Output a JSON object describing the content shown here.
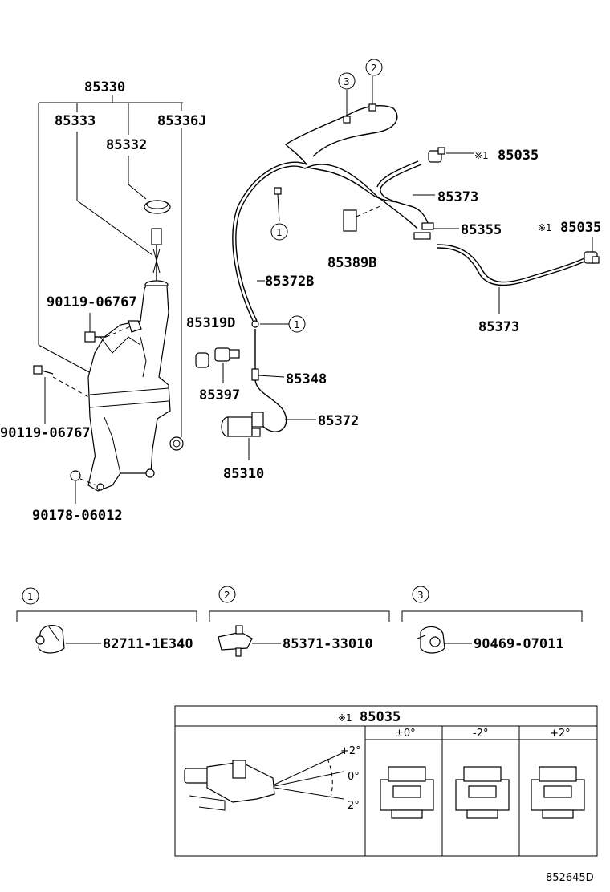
{
  "labels": {
    "tank_assy": "85330",
    "inlet": "85333",
    "cap": "85332",
    "grommet": "85336J",
    "bolt_upper": "90119-06767",
    "bolt_lower": "90119-06767",
    "nut": "90178-06012",
    "hose_b": "85372B",
    "joint_d": "85319D",
    "grommet_pump": "85397",
    "check_valve": "85348",
    "hose": "85372",
    "pump": "85310",
    "nozzle_hose_upper": "85373",
    "nozzle_hose_lower": "85373",
    "nozzle_left": "85035",
    "nozzle_right": "85035",
    "joint": "85355",
    "clip_pad": "85389B",
    "nozzle_mark": "※1"
  },
  "callouts": {
    "c1": "1",
    "c2": "2",
    "c3": "3"
  },
  "legend": {
    "item1_num": "1",
    "item1_part": "82711-1E340",
    "item2_num": "2",
    "item2_part": "85371-33010",
    "item3_num": "3",
    "item3_part": "90469-07011"
  },
  "detail": {
    "title_mark": "※1",
    "title_part": "85035",
    "col1": "±0°",
    "col2": "-2°",
    "col3": "+2°",
    "angle_up": "+2°",
    "angle_mid": "0°",
    "angle_down": "2°"
  },
  "diagram_id": "852645D"
}
